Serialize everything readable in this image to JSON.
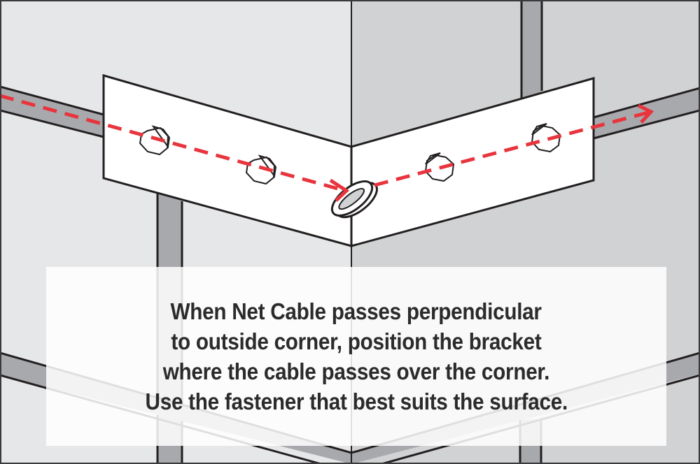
{
  "colors": {
    "left_wall": "#e6e7e9",
    "right_wall": "#d1d2d4",
    "channel": "#a7a9ac",
    "outline": "#231f20",
    "bracket": "#ffffff",
    "cable_path": "#e8343d",
    "caption_text": "#2b2b2b"
  },
  "illustration": {
    "icons": [
      "hex-bolt-icon",
      "hex-bolt-icon",
      "grommet-ring-icon",
      "hex-bolt-icon",
      "hex-bolt-icon",
      "arrow-right-icon"
    ]
  },
  "caption": {
    "lines": [
      "When Net Cable passes perpendicular",
      "to outside corner, position the bracket",
      "where the cable passes over the corner.",
      "Use the fastener that best suits the surface."
    ]
  }
}
